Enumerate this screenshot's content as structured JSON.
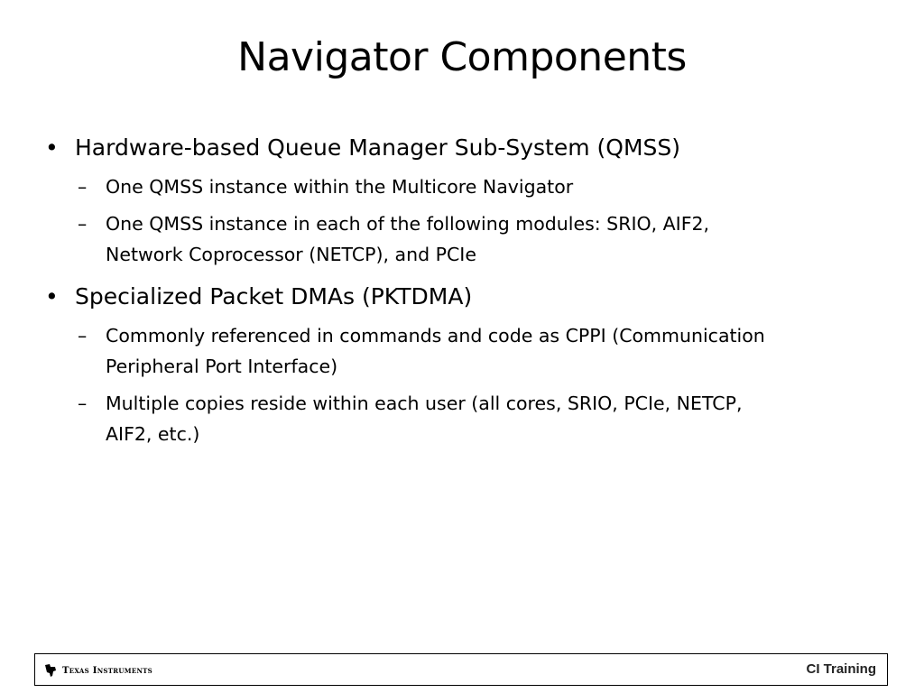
{
  "slide": {
    "title": "Navigator Components"
  },
  "bullets": [
    {
      "text": "Hardware-based Queue Manager Sub-System (QMSS)",
      "subs": [
        {
          "lines": [
            "One QMSS instance within the Multicore Navigator"
          ]
        },
        {
          "lines": [
            "One QMSS instance in each of the following modules: SRIO,  AIF2,",
            "Network Coprocessor (NETCP), and PCIe"
          ]
        }
      ]
    },
    {
      "text": "Specialized Packet DMAs (PKTDMA)",
      "subs": [
        {
          "lines": [
            "Commonly referenced in commands and code as CPPI (Communication",
            "Peripheral Port Interface)"
          ]
        },
        {
          "lines": [
            "Multiple copies reside within each user (all cores, SRIO,  PCIe, NETCP,",
            "AIF2, etc.)"
          ]
        }
      ]
    }
  ],
  "markers": {
    "bullet": "•",
    "dash": "–"
  },
  "footer": {
    "logo_text": "Texas Instruments",
    "right_text": "CI Training",
    "logo_icon": "ti-state-logo-icon"
  }
}
